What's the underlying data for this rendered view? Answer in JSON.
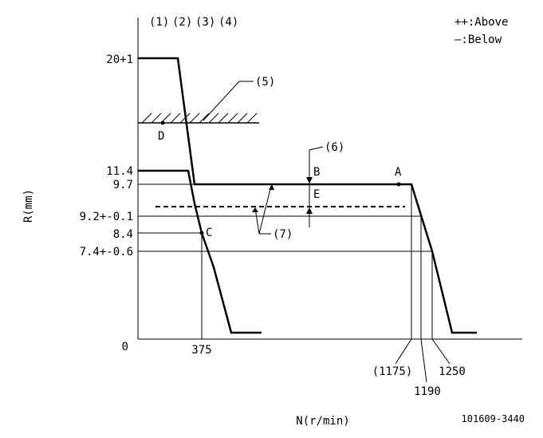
{
  "header": {
    "columns": [
      "(1)",
      "(2)",
      "(3)",
      "(4)"
    ],
    "legend_above": "++:Above",
    "legend_below": "—:Below"
  },
  "axes": {
    "y_label": "R(mm)",
    "x_label": "N(r/min)",
    "origin": "0"
  },
  "y_ticks": {
    "t20": "20+1",
    "t114": "11.4",
    "t97": "9.7",
    "t92": "9.2+-0.1",
    "t84": "8.4",
    "t74": "7.4+-0.6"
  },
  "x_ticks": {
    "t375": "375",
    "t1175": "(1175)",
    "t1190": "1190",
    "t1250": "1250"
  },
  "points": {
    "A": "A",
    "B": "B",
    "C": "C",
    "D": "D",
    "E": "E"
  },
  "callouts": {
    "c5": "(5)",
    "c6": "(6)",
    "c7": "(7)"
  },
  "code": "101609-3440"
}
